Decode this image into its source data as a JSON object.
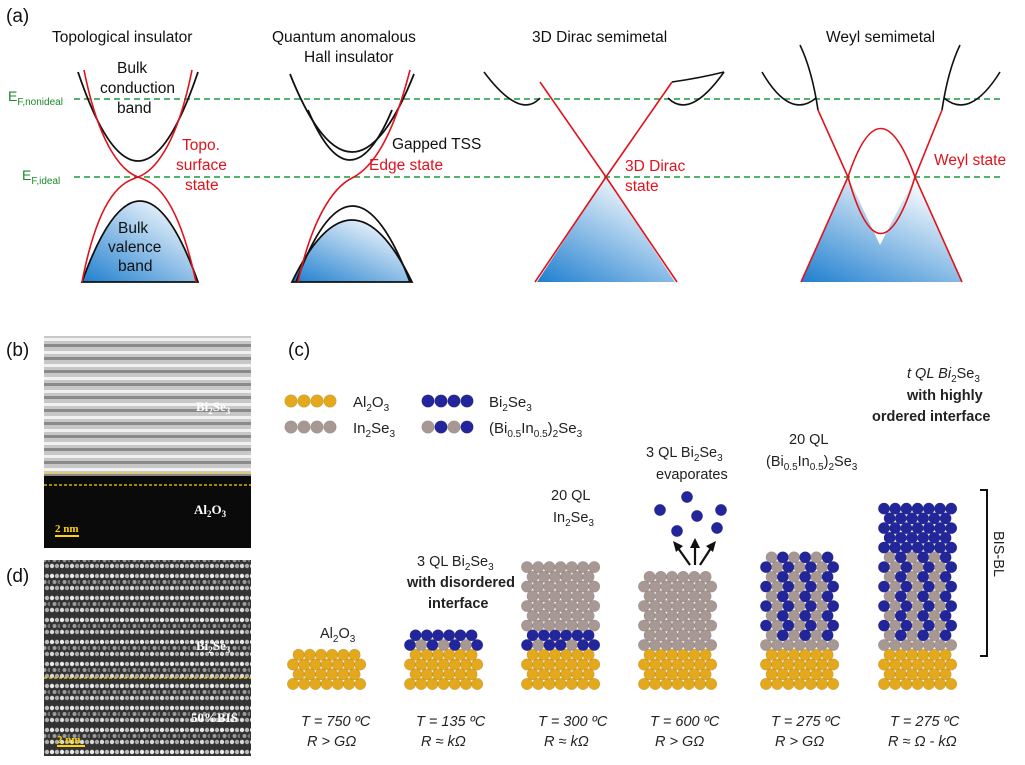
{
  "panel_a": {
    "label": "(a)",
    "titles": {
      "ti": "Topological insulator",
      "qah_line1": "Quantum anomalous",
      "qah_line2": "Hall insulator",
      "dirac": "3D Dirac semimetal",
      "weyl": "Weyl semimetal"
    },
    "fermi": {
      "main": "E",
      "nonideal_sub": "F,nonideal",
      "ideal_sub": "F,ideal"
    },
    "ti": {
      "cond1": "Bulk",
      "cond2": "conduction",
      "cond3": "band",
      "surf1": "Topo.",
      "surf2": "surface",
      "surf3": "state",
      "val1": "Bulk",
      "val2": "valence",
      "val3": "band"
    },
    "qah": {
      "gapped": "Gapped TSS",
      "edge": "Edge state"
    },
    "dirac": {
      "s1": "3D Dirac",
      "s2": "state"
    },
    "weyl": {
      "s1": "Weyl state"
    },
    "colors": {
      "band": "#111111",
      "surface_state": "#e0121b",
      "fermi_line": "#1b9a3a",
      "fill_dark": "#1f7fcf",
      "fill_light": "#ffffff"
    }
  },
  "panel_b": {
    "label": "(b)",
    "top": "Bi",
    "top_sub": "2",
    "top_b": "Se",
    "top_sub2": "3",
    "bottom": "Al",
    "bottom_sub": "2",
    "bottom_b": "O",
    "bottom_sub2": "3",
    "scale": "2 nm"
  },
  "panel_d": {
    "label": "(d)",
    "top": "Bi",
    "top_sub": "2",
    "top_b": "Se",
    "top_sub2": "3",
    "bottom": "50%BIS",
    "scale": "2 nm"
  },
  "panel_c": {
    "label": "(c)",
    "legend": {
      "al2o3": [
        "Al",
        "2",
        "O",
        "3"
      ],
      "bi2se3": [
        "Bi",
        "2",
        "Se",
        "3"
      ],
      "in2se3": [
        "In",
        "2",
        "Se",
        "3"
      ],
      "bis": [
        "(Bi",
        "0.5",
        "In",
        "0.5",
        ")",
        "2",
        "Se",
        "3"
      ]
    },
    "colors": {
      "al": "#e3a81c",
      "bi": "#23269a",
      "in": "#a89894"
    },
    "stages": [
      {
        "label": [
          "Al",
          "2",
          "O",
          "3"
        ],
        "T": "T = 750 ºC",
        "R": "R > GΩ"
      },
      {
        "label_pre": "3 QL Bi",
        "label_s1": "2",
        "label_mid": "Se",
        "label_s2": "3",
        "bold1": "with disordered",
        "bold2": "interface",
        "T": "T = 135 ºC",
        "R": "R ≈ kΩ"
      },
      {
        "line1": "20 QL",
        "label_pre": "In",
        "label_s1": "2",
        "label_mid": "Se",
        "label_s2": "3",
        "T": "T = 300 ºC",
        "R": "R ≈ kΩ"
      },
      {
        "label_pre": "3 QL Bi",
        "label_s1": "2",
        "label_mid": "Se",
        "label_s2": "3",
        "line2": "evaporates",
        "T": "T = 600 ºC",
        "R": "R > GΩ"
      },
      {
        "line1": "20 QL",
        "l2": [
          "(Bi",
          "0.5",
          "In",
          "0.5",
          ")",
          "2",
          "Se",
          "3"
        ],
        "T": "T = 275 ºC",
        "R": "R > GΩ"
      },
      {
        "label_pre": "t QL Bi",
        "label_s1": "2",
        "label_mid": "Se",
        "label_s2": "3",
        "bold1": "with highly",
        "bold2": "ordered interface",
        "T": "T = 275 ºC",
        "R": "R ≈ Ω - kΩ"
      }
    ],
    "bracket_label": "BIS-BL"
  }
}
